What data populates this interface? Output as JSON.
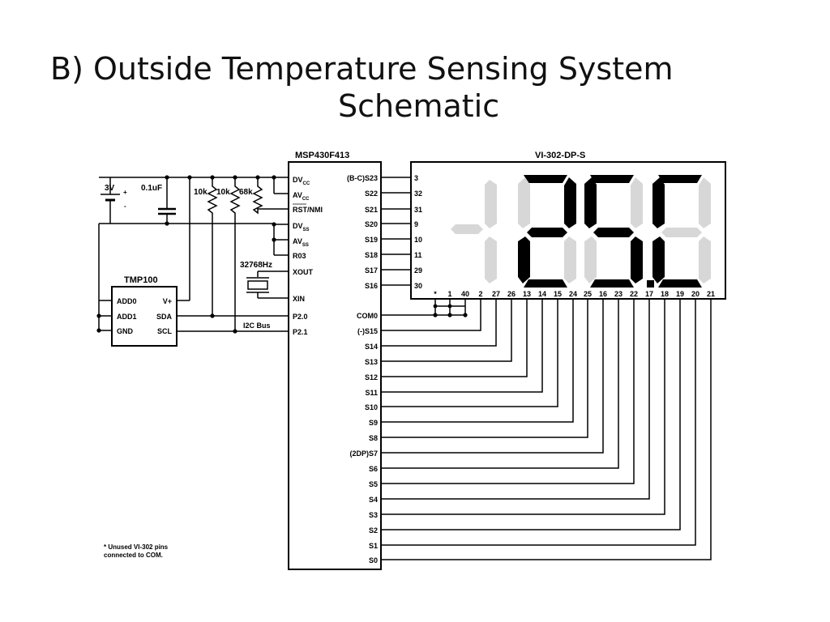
{
  "title": {
    "line1": "B) Outside Temperature Sensing System",
    "line2": "Schematic"
  },
  "mcu": {
    "name": "MSP430F413",
    "left_pins": {
      "dvcc": "DV",
      "dvcc_sub": "CC",
      "avcc": "AV",
      "avcc_sub": "CC",
      "rst": "RST/NMI",
      "dvss": "DV",
      "dvss_sub": "SS",
      "avss": "AV",
      "avss_sub": "SS",
      "r03": "R03",
      "xout": "XOUT",
      "xin": "XIN",
      "p20": "P2.0",
      "p21": "P2.1"
    },
    "right_pins_top": [
      "(B-C)S23",
      "S22",
      "S21",
      "S20",
      "S19",
      "S18",
      "S17",
      "S16"
    ],
    "right_pins_bottom": [
      "COM0",
      "(-)S15",
      "S14",
      "S13",
      "S12",
      "S11",
      "S10",
      "S9",
      "S8",
      "(2DP)S7",
      "S6",
      "S5",
      "S4",
      "S3",
      "S2",
      "S1",
      "S0"
    ]
  },
  "lcd": {
    "name": "VI-302-DP-S",
    "left_pins": [
      "3",
      "32",
      "31",
      "9",
      "10",
      "11",
      "29",
      "30"
    ],
    "bottom_pins": [
      "*",
      "1",
      "40",
      "2",
      "27",
      "26",
      "13",
      "14",
      "15",
      "24",
      "25",
      "16",
      "23",
      "22",
      "17",
      "18",
      "19",
      "20",
      "21"
    ],
    "display_reading": "-25.C"
  },
  "power": {
    "battery": "3V",
    "battery_plus": "+",
    "battery_minus": "-",
    "capacitor": "0.1uF",
    "r1": "10k",
    "r2": "10k",
    "r3": "68k"
  },
  "crystal": {
    "freq": "32768Hz"
  },
  "sensor": {
    "name": "TMP100",
    "left_pins": [
      "ADD0",
      "ADD1",
      "GND"
    ],
    "right_pins": [
      "V+",
      "SDA",
      "SCL"
    ]
  },
  "bus_label": "I2C Bus",
  "footnote": {
    "line1": "* Unused VI-302 pins",
    "line2": "connected to COM."
  },
  "colors": {
    "segment_on": "#000000",
    "segment_off": "#d7d7d7"
  }
}
